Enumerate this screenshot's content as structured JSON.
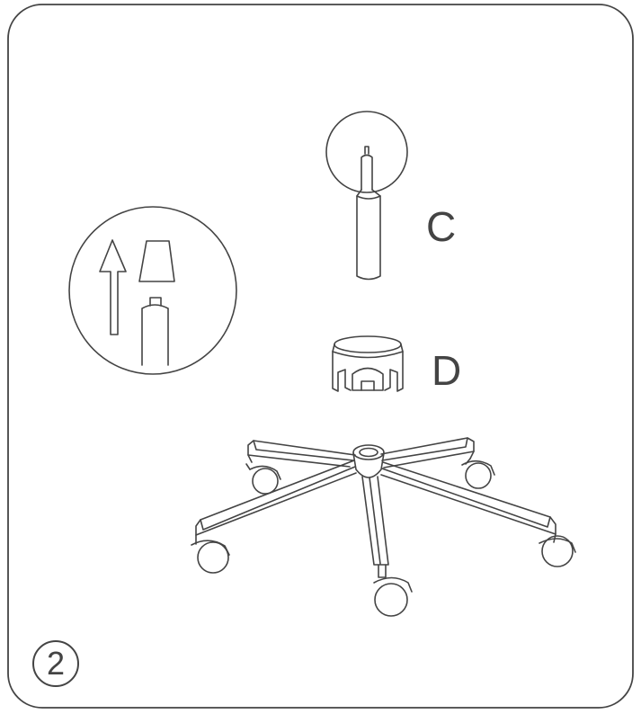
{
  "step": {
    "number": "2"
  },
  "parts": [
    {
      "id": "gas-lift",
      "label": "C"
    },
    {
      "id": "cover",
      "label": "D"
    }
  ],
  "colors": {
    "line": "#444444",
    "background": "#ffffff"
  }
}
